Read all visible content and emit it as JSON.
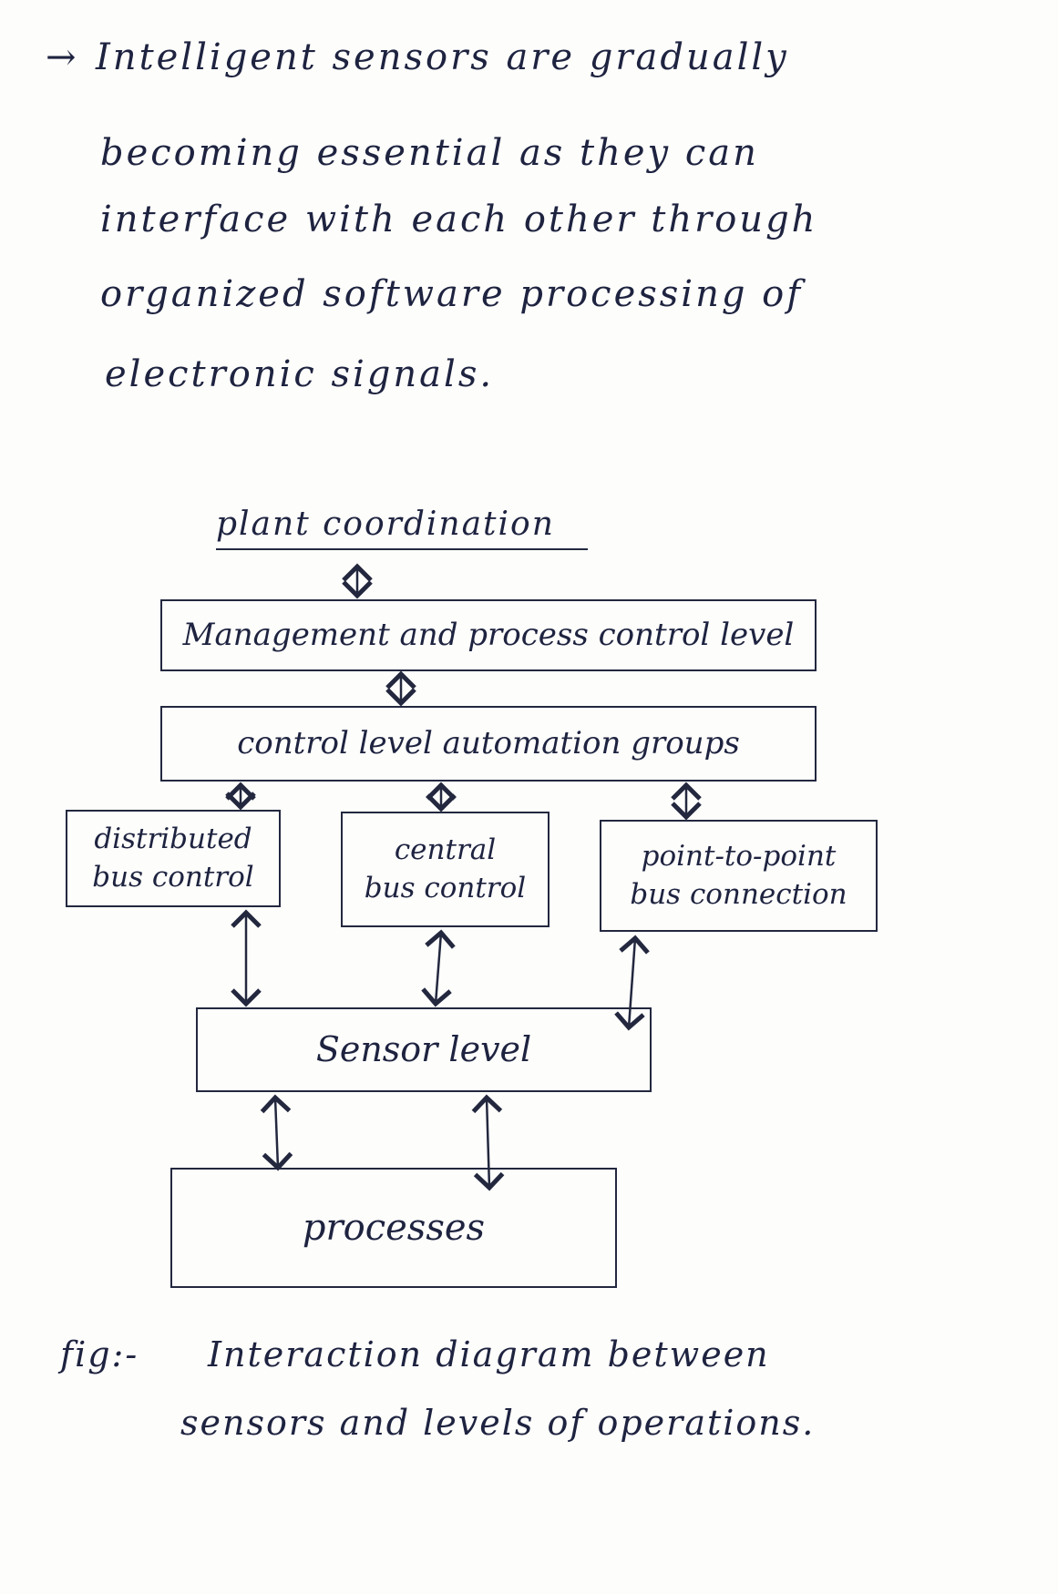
{
  "paragraph": {
    "bullet": "→",
    "lines": [
      "Intelligent sensors are gradually",
      "becoming essential as they can",
      "interface with each other through",
      "organized software processing of",
      "electronic signals."
    ]
  },
  "diagram": {
    "top_label": "plant coordination",
    "management": "Management and process control level",
    "control": "control level automation groups",
    "distributed": [
      "distributed",
      "bus control"
    ],
    "central": [
      "central",
      "bus control"
    ],
    "point": [
      "point-to-point",
      "bus connection"
    ],
    "sensor": "Sensor level",
    "processes": "processes"
  },
  "caption": {
    "prefix": "fig:-",
    "line1": "Interaction diagram between",
    "line2": "sensors and levels of operations."
  }
}
